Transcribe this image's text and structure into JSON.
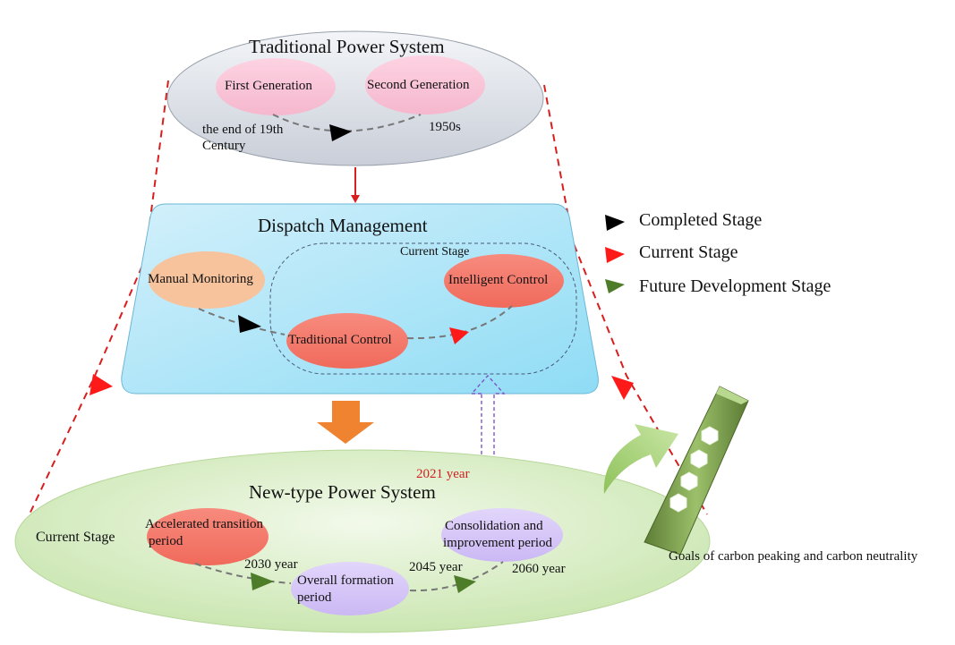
{
  "traditional": {
    "title": "Traditional Power System",
    "first_generation": "First Generation",
    "second_generation": "Second Generation",
    "start_time_line1": "the end of 19th",
    "start_time_line2": "Century",
    "end_time": "1950s"
  },
  "dispatch": {
    "title": "Dispatch Management",
    "current_stage_label": "Current Stage",
    "manual_monitoring": "Manual Monitoring",
    "traditional_control": "Traditional Control",
    "intelligent_control": "Intelligent Control"
  },
  "legend": {
    "completed": "Completed Stage",
    "current": "Current Stage",
    "future": "Future Development Stage"
  },
  "new_type": {
    "title": "New-type Power System",
    "year_2021": "2021 year",
    "current_stage": "Current Stage",
    "accelerated_line1": "Accelerated transition",
    "accelerated_line2": "period",
    "overall_line1": "Overall formation",
    "overall_line2": "period",
    "consolidation_line1": "Consolidation and",
    "consolidation_line2": "improvement period",
    "year_2030": "2030 year",
    "year_2045": "2045 year",
    "year_2060": "2060 year"
  },
  "goals": {
    "label": "Goals of carbon peaking and carbon neutrality"
  },
  "colors": {
    "completed": "#000000",
    "current": "#ff1a1a",
    "future": "#4e7d2a",
    "dispatch_fill": "#a9e4f8",
    "new_type_fill": "#d6ecc0",
    "traditional_fill": "#dde2ea",
    "pink_node": "#f9c5d8",
    "salmon_node": "#f47b6d",
    "peach_node": "#f7c39d",
    "lavender_node": "#d6c5f7",
    "orange_arrow": "#f0832f",
    "red_dashed": "#d91e1e"
  }
}
